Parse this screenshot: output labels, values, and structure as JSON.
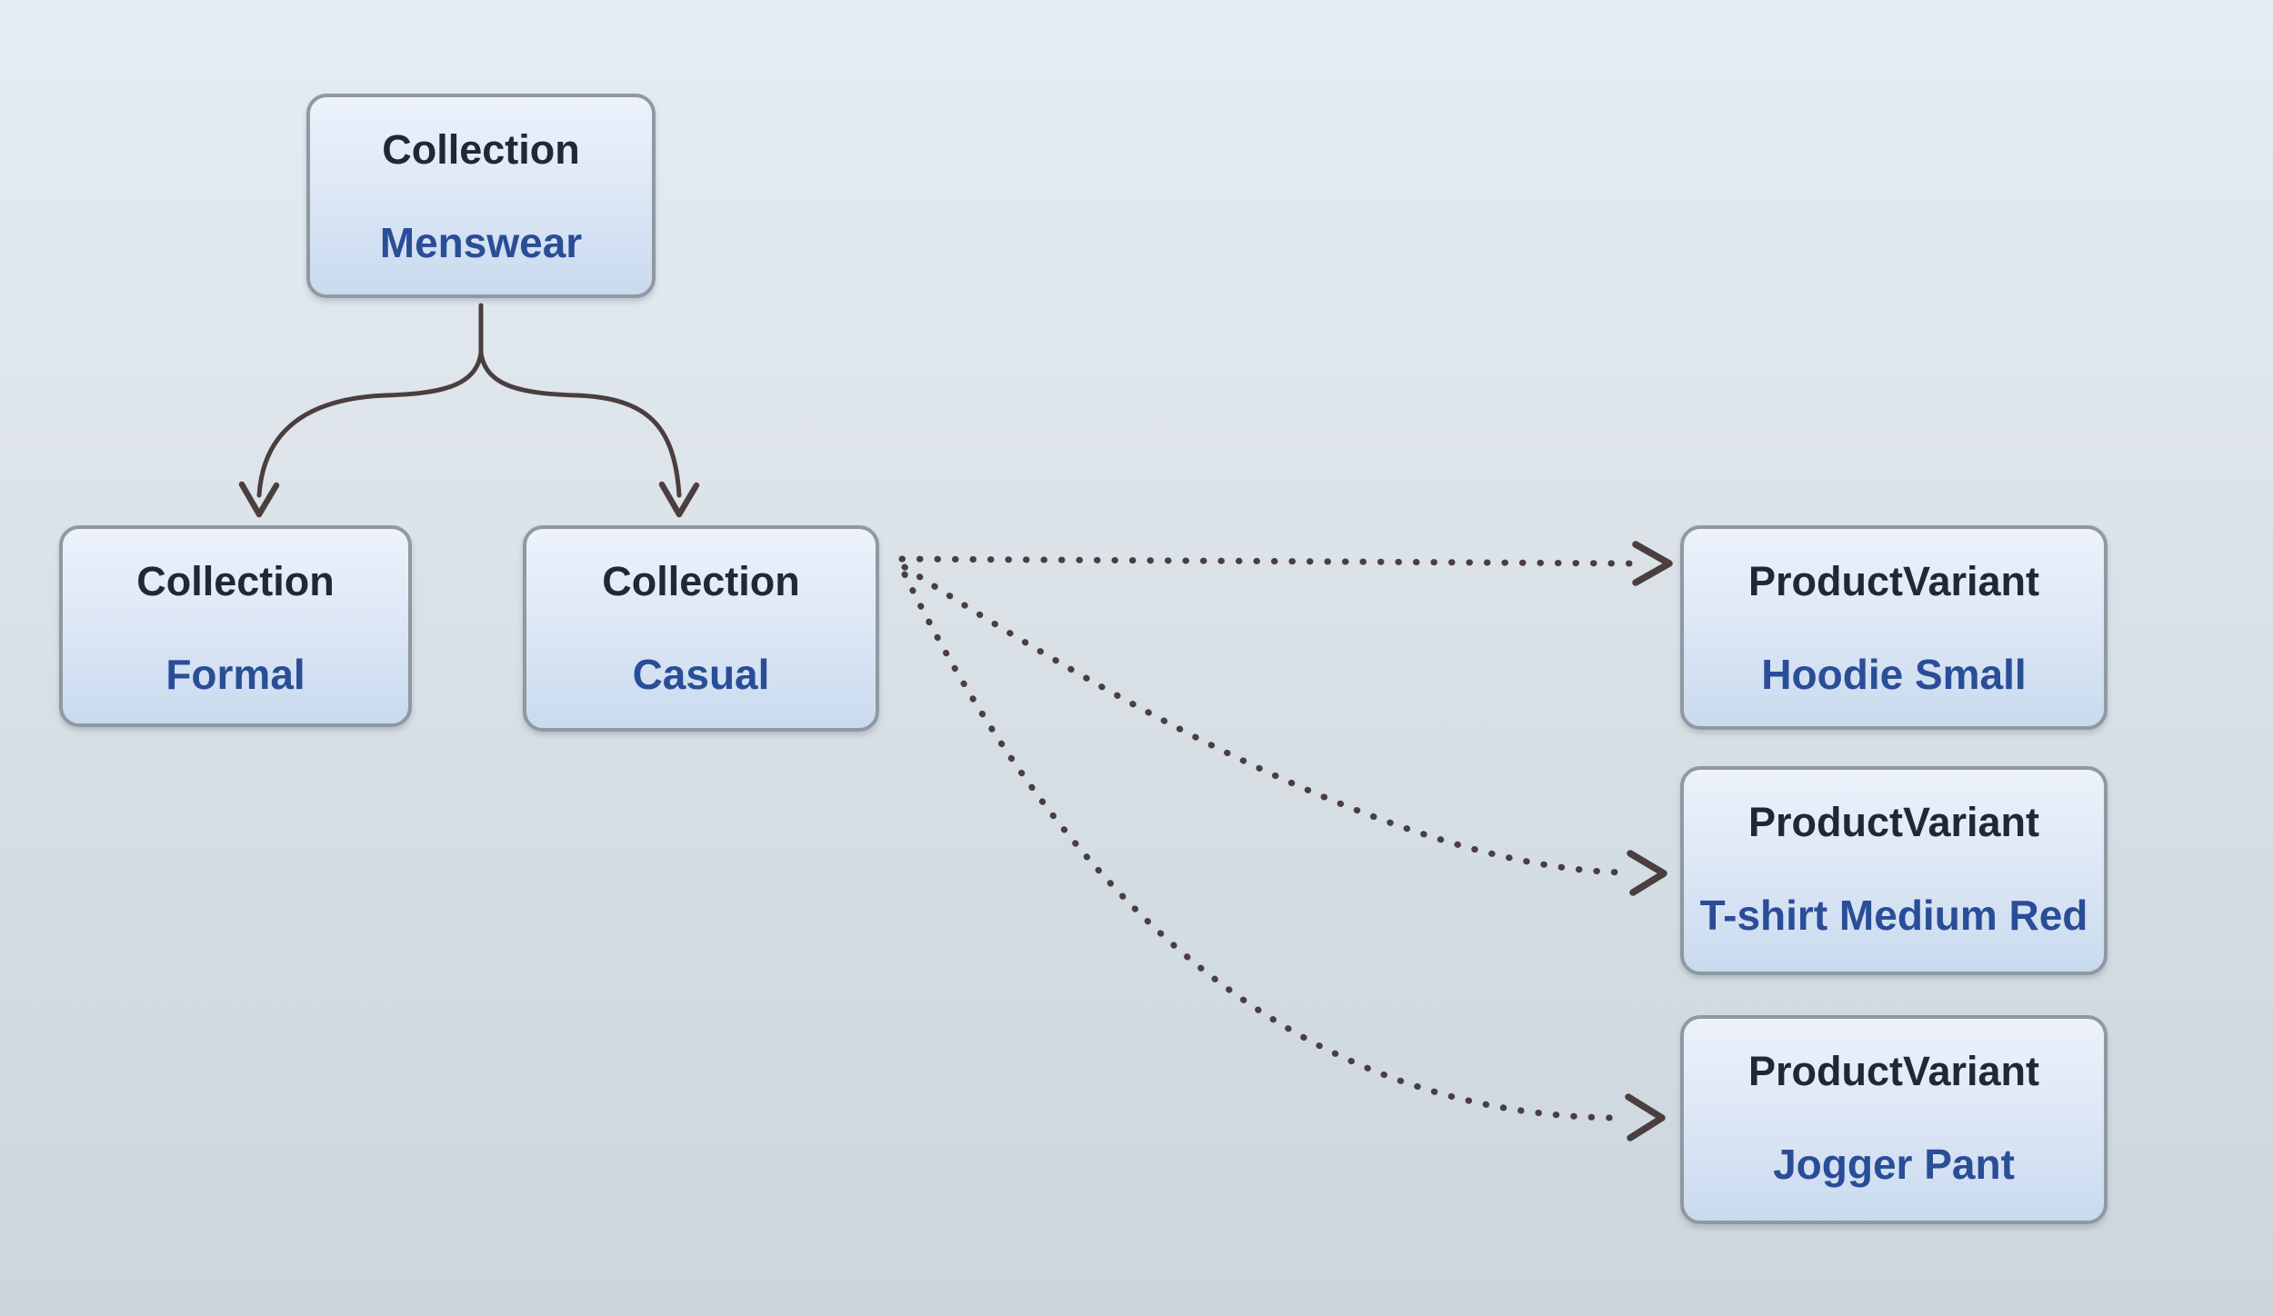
{
  "diagram": {
    "kind": "collection-hierarchy-diagram",
    "colors": {
      "background_top": "#e6ecf4",
      "background_bottom": "#ccd6dc",
      "node_fill_top": "#edf2fb",
      "node_fill_bottom": "#c9daef",
      "node_border": "#8f99a1",
      "type_text": "#1f2836",
      "name_text": "#2a4d97",
      "arrow": "#4a3e3e"
    },
    "nodes": [
      {
        "id": "menswear",
        "type_label": "Collection",
        "name": "Menswear"
      },
      {
        "id": "formal",
        "type_label": "Collection",
        "name": "Formal"
      },
      {
        "id": "casual",
        "type_label": "Collection",
        "name": "Casual"
      },
      {
        "id": "hoodie",
        "type_label": "ProductVariant",
        "name": "Hoodie Small"
      },
      {
        "id": "tshirt",
        "type_label": "ProductVariant",
        "name": "T-shirt Medium Red"
      },
      {
        "id": "jogger",
        "type_label": "ProductVariant",
        "name": "Jogger Pant"
      }
    ],
    "edges": [
      {
        "from": "Menswear",
        "to": "Formal",
        "style": "solid-curved-arrow"
      },
      {
        "from": "Menswear",
        "to": "Casual",
        "style": "solid-curved-arrow"
      },
      {
        "from": "Casual",
        "to": "Hoodie Small",
        "style": "dotted-curved-arrow"
      },
      {
        "from": "Casual",
        "to": "T-shirt Medium Red",
        "style": "dotted-curved-arrow"
      },
      {
        "from": "Casual",
        "to": "Jogger Pant",
        "style": "dotted-curved-arrow"
      }
    ]
  }
}
